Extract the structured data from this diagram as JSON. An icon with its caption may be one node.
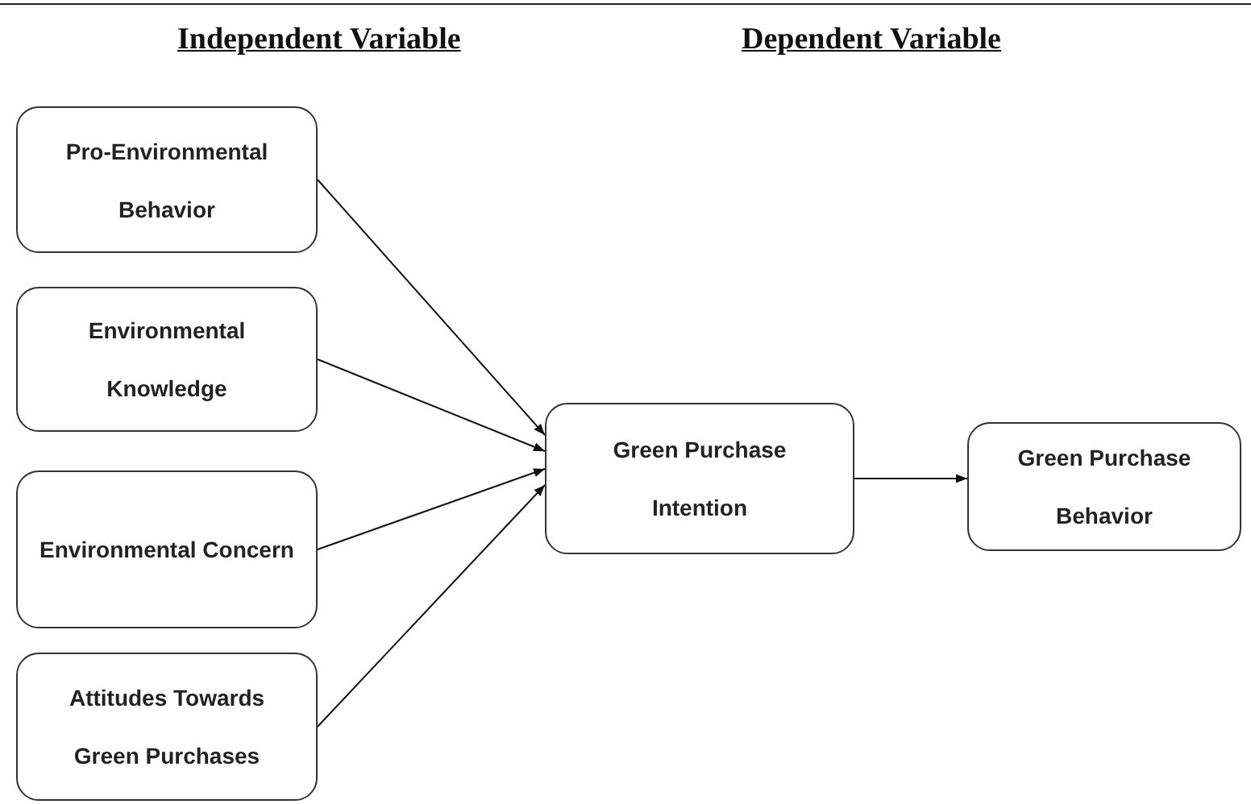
{
  "diagram": {
    "nodes": [
      {
        "text": [
          "Pro-Environmental Behavior"
        ]
      },
      {
        "text": [
          "Environmental Knowledge"
        ]
      },
      {
        "text": [
          "Environmental Concern"
        ]
      },
      {
        "text": [
          "Attitudes Towards Green Purchases"
        ]
      },
      {
        "text": [
          "Green Purchase Intention"
        ]
      },
      {
        "text": [
          "Green Purchase Behavior"
        ]
      }
    ],
    "edges": [
      {
        "from": 0,
        "to": 4,
        "arrow": "to"
      },
      {
        "from": 1,
        "to": 4,
        "arrow": "to"
      },
      {
        "from": 2,
        "to": 4,
        "arrow": "to"
      },
      {
        "from": 3,
        "to": 4,
        "arrow": "to"
      },
      {
        "from": 4,
        "to": 5,
        "arrow": "to"
      }
    ],
    "labels": [
      "Independent Variable",
      "Dependent Variable"
    ]
  }
}
